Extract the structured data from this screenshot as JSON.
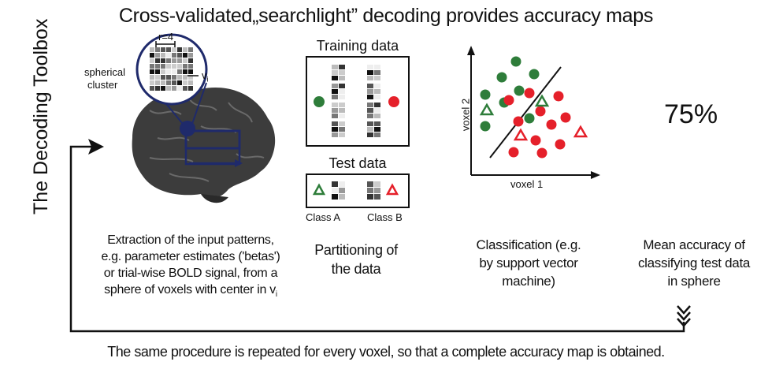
{
  "title": "Cross-validated„searchlight” decoding provides accuracy maps",
  "side_label": "The Decoding Toolbox",
  "brain": {
    "radius_label": "r=4",
    "cluster_label_line1": "spherical",
    "cluster_label_line2": "cluster",
    "voxel_label": "v",
    "voxel_subscript": "i"
  },
  "training_label": "Training data",
  "test_label": "Test data",
  "class_a_label": "Class A",
  "class_b_label": "Class B",
  "scatter": {
    "ylabel": "voxel 2",
    "xlabel": "voxel 1"
  },
  "accuracy_value": "75%",
  "captions": {
    "extraction": [
      "Extraction of the input patterns,",
      "e.g. parameter estimates ('betas')",
      "or trial-wise BOLD signal,  from a",
      "sphere of voxels with center in v"
    ],
    "extraction_subscript": "i",
    "partitioning": [
      "Partitioning of",
      "the data"
    ],
    "classification": [
      "Classification (e.g.",
      "by support vector",
      "machine)"
    ],
    "mean_accuracy": [
      "Mean accuracy of",
      "classifying test data",
      "in sphere"
    ]
  },
  "bottom_text": "The same procedure is repeated for every voxel, so that a complete accuracy map is obtained.",
  "colors": {
    "class_a": "#2e7d3a",
    "class_b": "#e5202a",
    "brain_dark": "#3a3a3a",
    "cluster_blue": "#1f2a6b"
  }
}
